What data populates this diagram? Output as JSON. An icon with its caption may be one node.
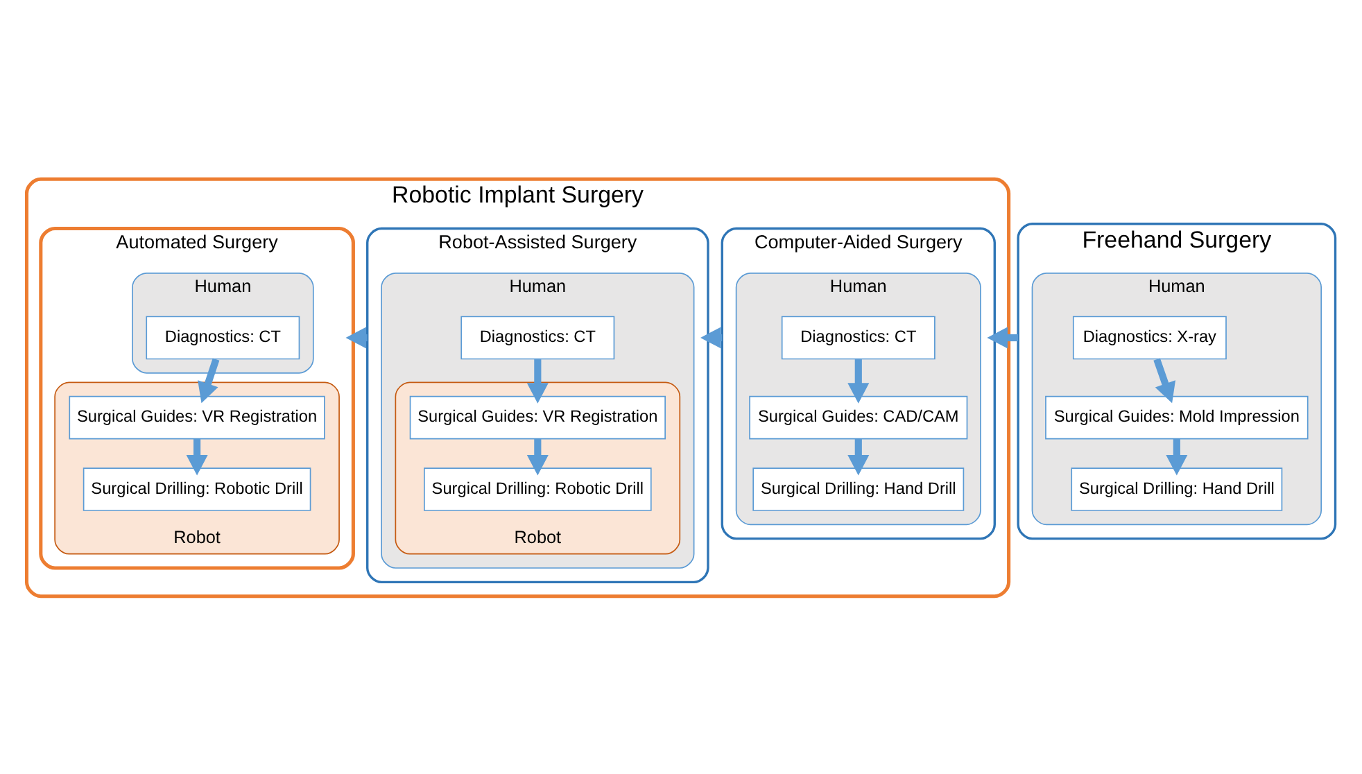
{
  "diagram": {
    "nodes": [
      {
        "text": [
          "Robotic Implant Surgery"
        ]
      },
      {
        "text": [
          "Freehand Surgery"
        ]
      },
      {
        "text": [
          "Human"
        ],
        "in": 1
      },
      {
        "text": [
          "Diagnostics: X-ray"
        ],
        "in": 2
      },
      {
        "text": [
          "Surgical Guides: Mold Impression"
        ],
        "in": 2
      },
      {
        "text": [
          "Surgical Drilling: Hand Drill"
        ],
        "in": 2
      },
      {
        "text": [
          "Computer-Aided Surgery"
        ],
        "in": 0
      },
      {
        "text": [
          "Human"
        ],
        "in": 6
      },
      {
        "text": [
          "Diagnostics: CT"
        ],
        "in": 7
      },
      {
        "text": [
          "Surgical Guides: CAD/CAM"
        ],
        "in": 7
      },
      {
        "text": [
          "Surgical Drilling: Hand Drill"
        ],
        "in": 7
      },
      {
        "text": [
          "Robot-Assisted Surgery"
        ],
        "in": 0
      },
      {
        "text": [
          "Human"
        ],
        "in": 11
      },
      {
        "text": [
          "Diagnostics: CT"
        ],
        "in": 12
      },
      {
        "text": [
          "Robot"
        ],
        "in": 12
      },
      {
        "text": [
          "Surgical Guides: VR Registration"
        ],
        "in": 14
      },
      {
        "text": [
          "Surgical Drilling: Robotic Drill"
        ],
        "in": 14
      },
      {
        "text": [
          "Automated Surgery"
        ],
        "in": 0
      },
      {
        "text": [
          "Human"
        ],
        "in": 17
      },
      {
        "text": [
          "Diagnostics: CT"
        ],
        "in": 18
      },
      {
        "text": [
          "Robot"
        ],
        "in": 17
      },
      {
        "text": [
          "Surgical Guides: VR Registration"
        ],
        "in": 20
      },
      {
        "text": [
          "Surgical Drilling: Robotic Drill"
        ],
        "in": 20
      }
    ],
    "edges": [
      {
        "from": 3,
        "to": 4,
        "arrow": "to"
      },
      {
        "from": 4,
        "to": 5,
        "arrow": "to"
      },
      {
        "from": 8,
        "to": 9,
        "arrow": "to"
      },
      {
        "from": 9,
        "to": 10,
        "arrow": "to"
      },
      {
        "from": 13,
        "to": 15,
        "arrow": "to"
      },
      {
        "from": 15,
        "to": 16,
        "arrow": "to"
      },
      {
        "from": 19,
        "to": 21,
        "arrow": "to"
      },
      {
        "from": 21,
        "to": 22,
        "arrow": "to"
      },
      {
        "from": 1,
        "to": 6,
        "arrow": "to"
      },
      {
        "from": 6,
        "to": 11,
        "arrow": "to"
      },
      {
        "from": 11,
        "to": 17,
        "arrow": "to"
      }
    ]
  }
}
